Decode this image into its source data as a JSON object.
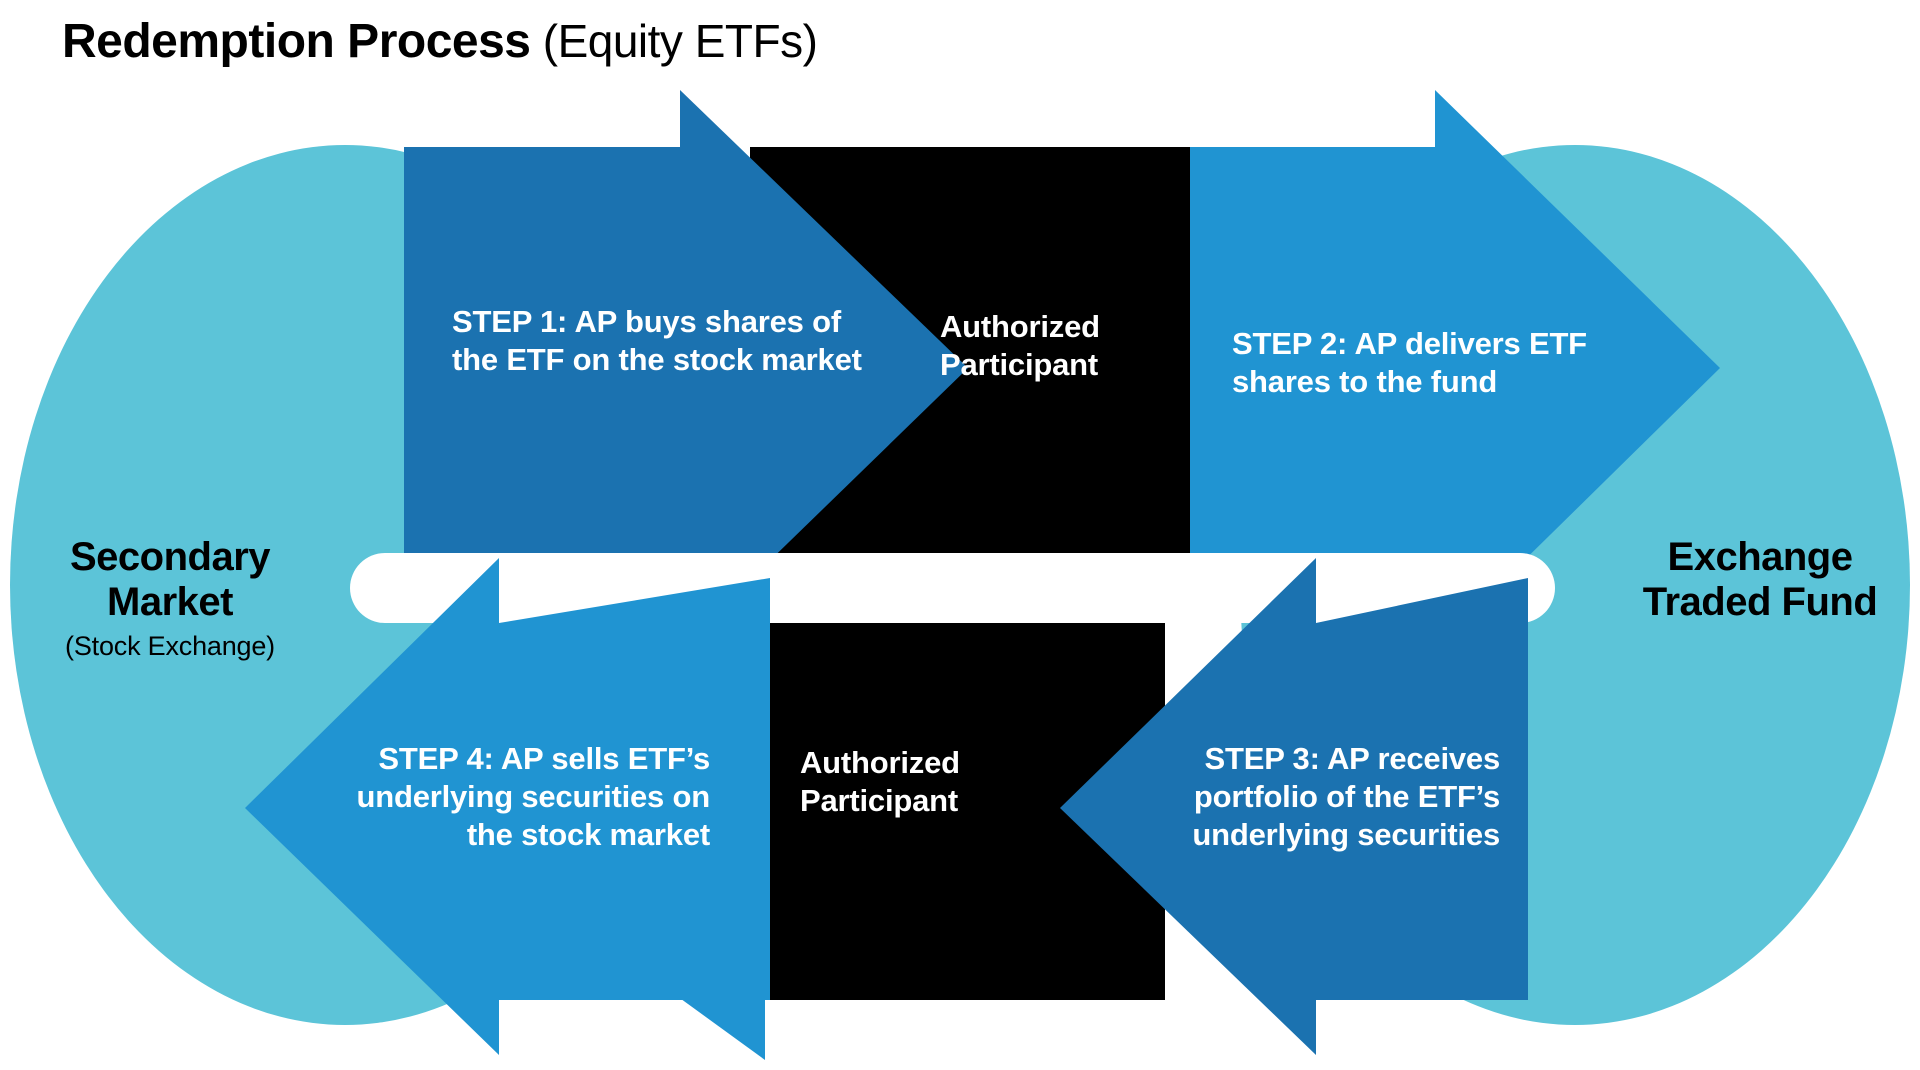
{
  "title": {
    "main": "Redemption Process",
    "sub": " (Equity ETFs)"
  },
  "endpoints": {
    "left": {
      "name": "secondary-market",
      "title": "Secondary\nMarket",
      "note": "(Stock Exchange)"
    },
    "right": {
      "name": "exchange-traded-fund",
      "title": "Exchange\nTraded Fund",
      "note": ""
    }
  },
  "intermediaries": {
    "top_label": "Authorized\nParticipant",
    "bottom_label": "Authorized\nParticipant"
  },
  "steps": [
    {
      "id": "step-1",
      "label": "STEP 1: AP buys shares of the ETF on the stock market",
      "direction": "right",
      "color": "#1B72B0"
    },
    {
      "id": "step-2",
      "label": "STEP 2: AP delivers ETF shares to the fund",
      "direction": "right",
      "color": "#2094D2"
    },
    {
      "id": "step-3",
      "label": "STEP 3: AP receives portfolio of the ETF’s underlying securities",
      "direction": "left",
      "color": "#1B72B0"
    },
    {
      "id": "step-4",
      "label": "STEP 4: AP sells ETF’s underlying securities on the stock market",
      "direction": "left",
      "color": "#2094D2"
    }
  ],
  "colors": {
    "oval_cyan": "#5CC4D8",
    "arrow_dark_blue": "#1B72B0",
    "arrow_light_blue": "#2094D2",
    "box_black": "#000000",
    "text_white": "#FFFFFF",
    "text_black": "#000000",
    "background": "#FFFFFF"
  }
}
